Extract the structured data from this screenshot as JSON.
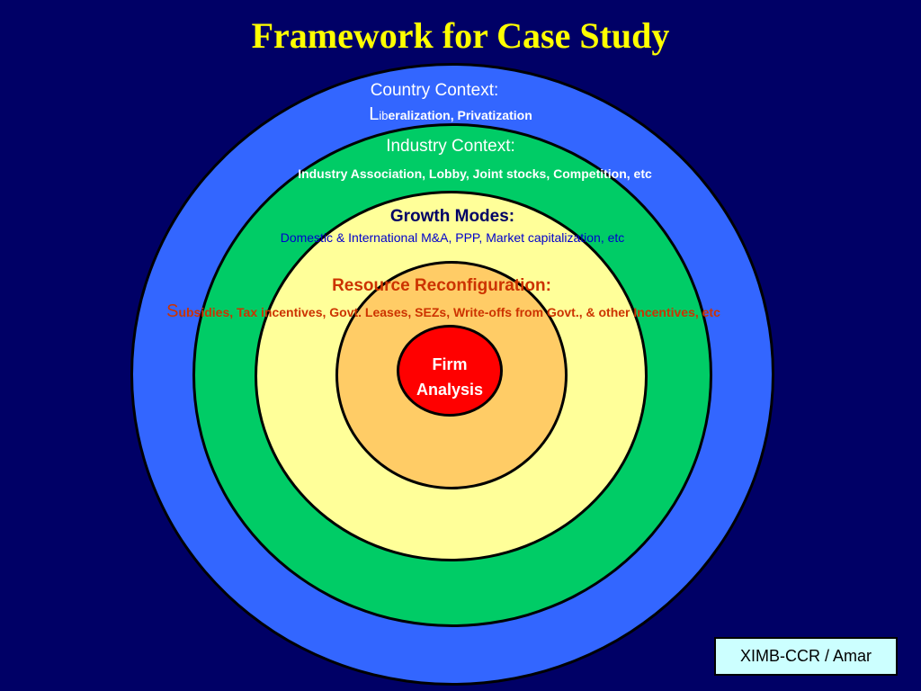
{
  "title": "Framework for Case Study",
  "country_context": {
    "heading": "Country Context:",
    "detail_initial": "L",
    "detail_small": "ib",
    "detail_rest": "eralization, Privatization"
  },
  "industry_context": {
    "heading": "Industry Context:",
    "detail": "Industry Association, Lobby, Joint stocks,  Competition, etc"
  },
  "growth_modes": {
    "heading": "Growth Modes:",
    "detail": "Domestic & International M&A, PPP, Market  capitalization, etc"
  },
  "resource_reconfiguration": {
    "heading": "Resource Reconfiguration:",
    "detail_initial": "S",
    "detail_rest": "ubsidies, Tax incentives, Govt. Leases, SEZs, Write-offs from Govt., & other Incentives, etc"
  },
  "core": {
    "line1": "Firm",
    "line2": "Analysis"
  },
  "credit": "XIMB-CCR / Amar",
  "colors": {
    "background": "#000066",
    "title": "#ffff00",
    "country_ring": "#3366ff",
    "industry_ring": "#00cc66",
    "growth_ring": "#ffff99",
    "resource_ring": "#ffcc66",
    "firm_core": "#ff0000",
    "credit_box": "#ccffff"
  }
}
